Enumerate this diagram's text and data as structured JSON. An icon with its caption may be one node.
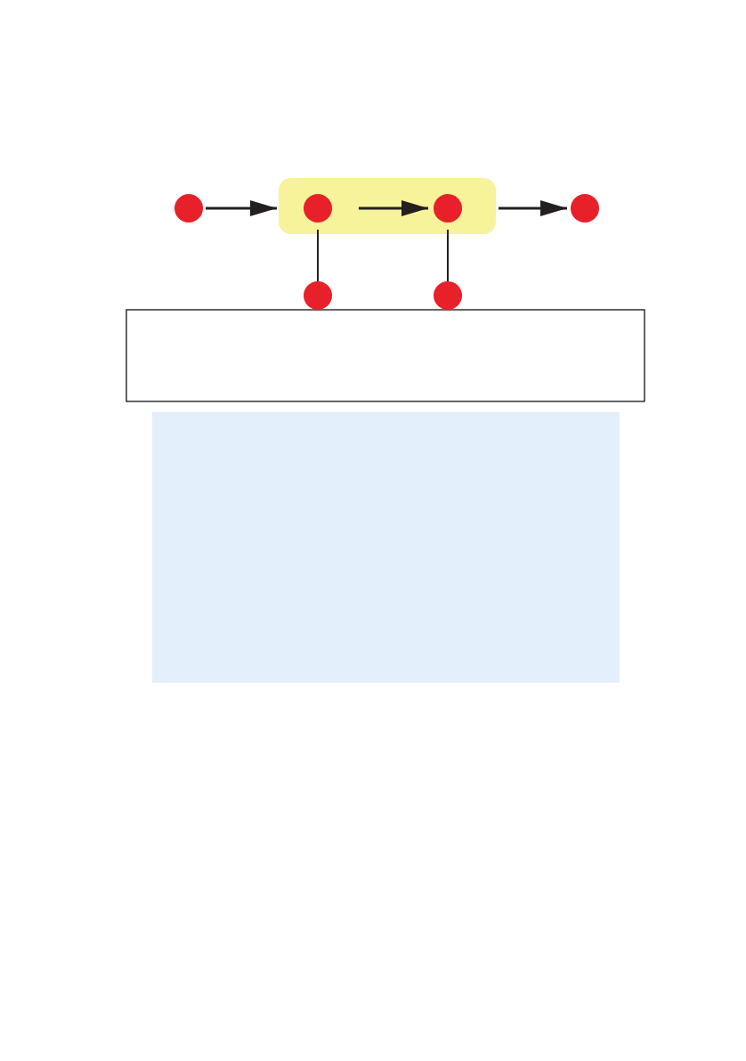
{
  "diagram": {
    "nodes": [
      {
        "text": [],
        "shape": "circle"
      },
      {
        "text": [],
        "shape": "box"
      },
      {
        "text": [],
        "shape": "circle",
        "in": 1
      },
      {
        "text": [],
        "shape": "circle",
        "in": 1
      },
      {
        "text": [],
        "shape": "circle"
      },
      {
        "text": [],
        "shape": "circle"
      },
      {
        "text": [],
        "shape": "circle"
      }
    ],
    "edges": [
      {
        "from": 0,
        "to": 1,
        "arrow": "to"
      },
      {
        "from": 2,
        "to": 3,
        "arrow": "to"
      },
      {
        "from": 1,
        "to": 4,
        "arrow": "to"
      },
      {
        "from": 2,
        "to": 5,
        "arrow": "none"
      },
      {
        "from": 3,
        "to": 6,
        "arrow": "none"
      }
    ]
  }
}
